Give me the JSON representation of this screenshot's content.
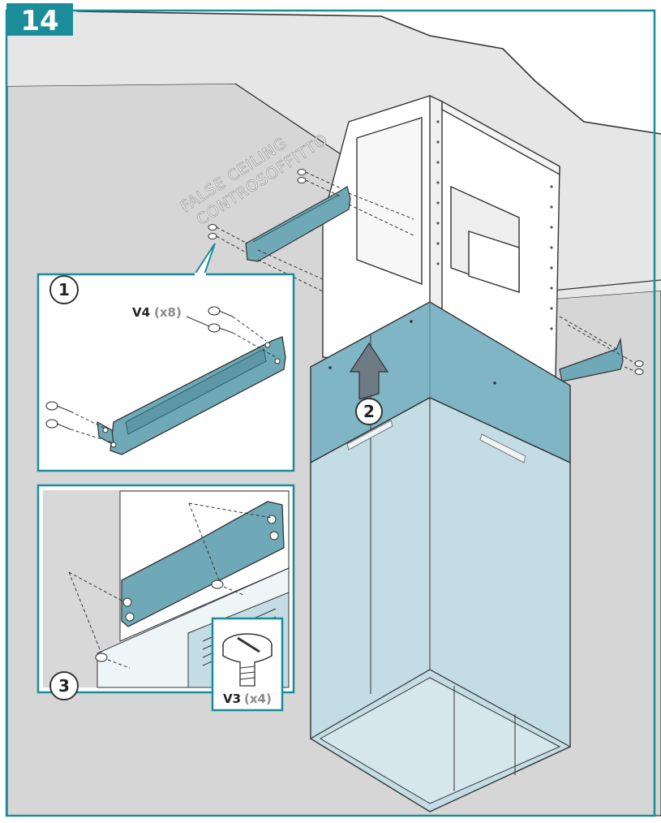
{
  "step": {
    "number": "14"
  },
  "labels": {
    "ceiling_en": "FALSE CEILING",
    "ceiling_it": "CONTROSOFFITTO"
  },
  "callouts": {
    "one": "1",
    "two": "2",
    "three": "3"
  },
  "screws": {
    "v4": {
      "code": "V4",
      "qty": "(x8)"
    },
    "v3": {
      "code": "V3",
      "qty": "(x4)"
    }
  },
  "colors": {
    "frame": "#1a8c9a",
    "ceiling": "#d6d6d6",
    "bracket": "#6fa9b7",
    "chimney_upper": "#7fb5c4",
    "chimney_lower": "#c4dde5",
    "arrow": "#6e7b85"
  }
}
